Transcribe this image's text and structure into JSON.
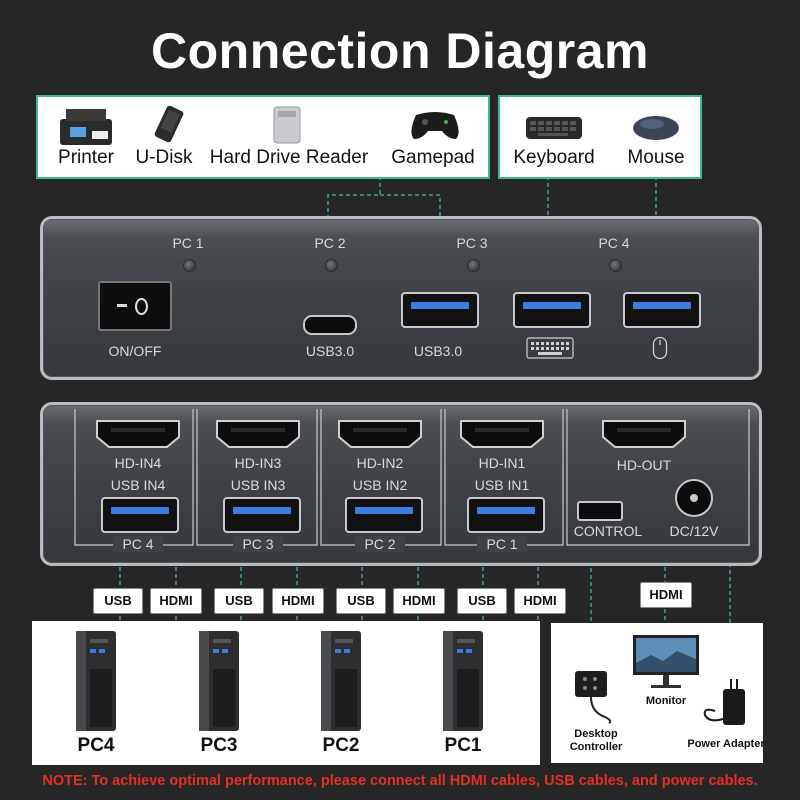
{
  "title": "Connection Diagram",
  "peripherals": {
    "left_group": [
      "Printer",
      "U-Disk",
      "Hard Drive Reader",
      "Gamepad"
    ],
    "right_group": [
      "Keyboard",
      "Mouse"
    ]
  },
  "front_panel": {
    "pc_labels": [
      "PC 1",
      "PC 2",
      "PC 3",
      "PC 4"
    ],
    "switch_label": "ON/OFF",
    "usbc_label": "USB3.0",
    "usb_label": "USB3.0"
  },
  "back_panel": {
    "hd_in": [
      "HD-IN4",
      "HD-IN3",
      "HD-IN2",
      "HD-IN1"
    ],
    "usb_in": [
      "USB IN4",
      "USB IN3",
      "USB IN2",
      "USB IN1"
    ],
    "pc_sections": [
      "PC 4",
      "PC 3",
      "PC 2",
      "PC 1"
    ],
    "hd_out": "HD-OUT",
    "control": "CONTROL",
    "dc": "DC/12V"
  },
  "cable_tags": {
    "usb": "USB",
    "hdmi": "HDMI"
  },
  "computers": [
    "PC4",
    "PC3",
    "PC2",
    "PC1"
  ],
  "outputs": {
    "desktop_controller": [
      "Desktop",
      "Controller"
    ],
    "monitor": "Monitor",
    "power_adapter": "Power Adapter"
  },
  "note": "NOTE: To achieve optimal performance, please connect all HDMI cables, USB cables, and power cables.",
  "colors": {
    "background": "#262626",
    "accent_line": "#3fb69a",
    "note_red": "#e23024",
    "usb_blue": "#3d7de0"
  }
}
